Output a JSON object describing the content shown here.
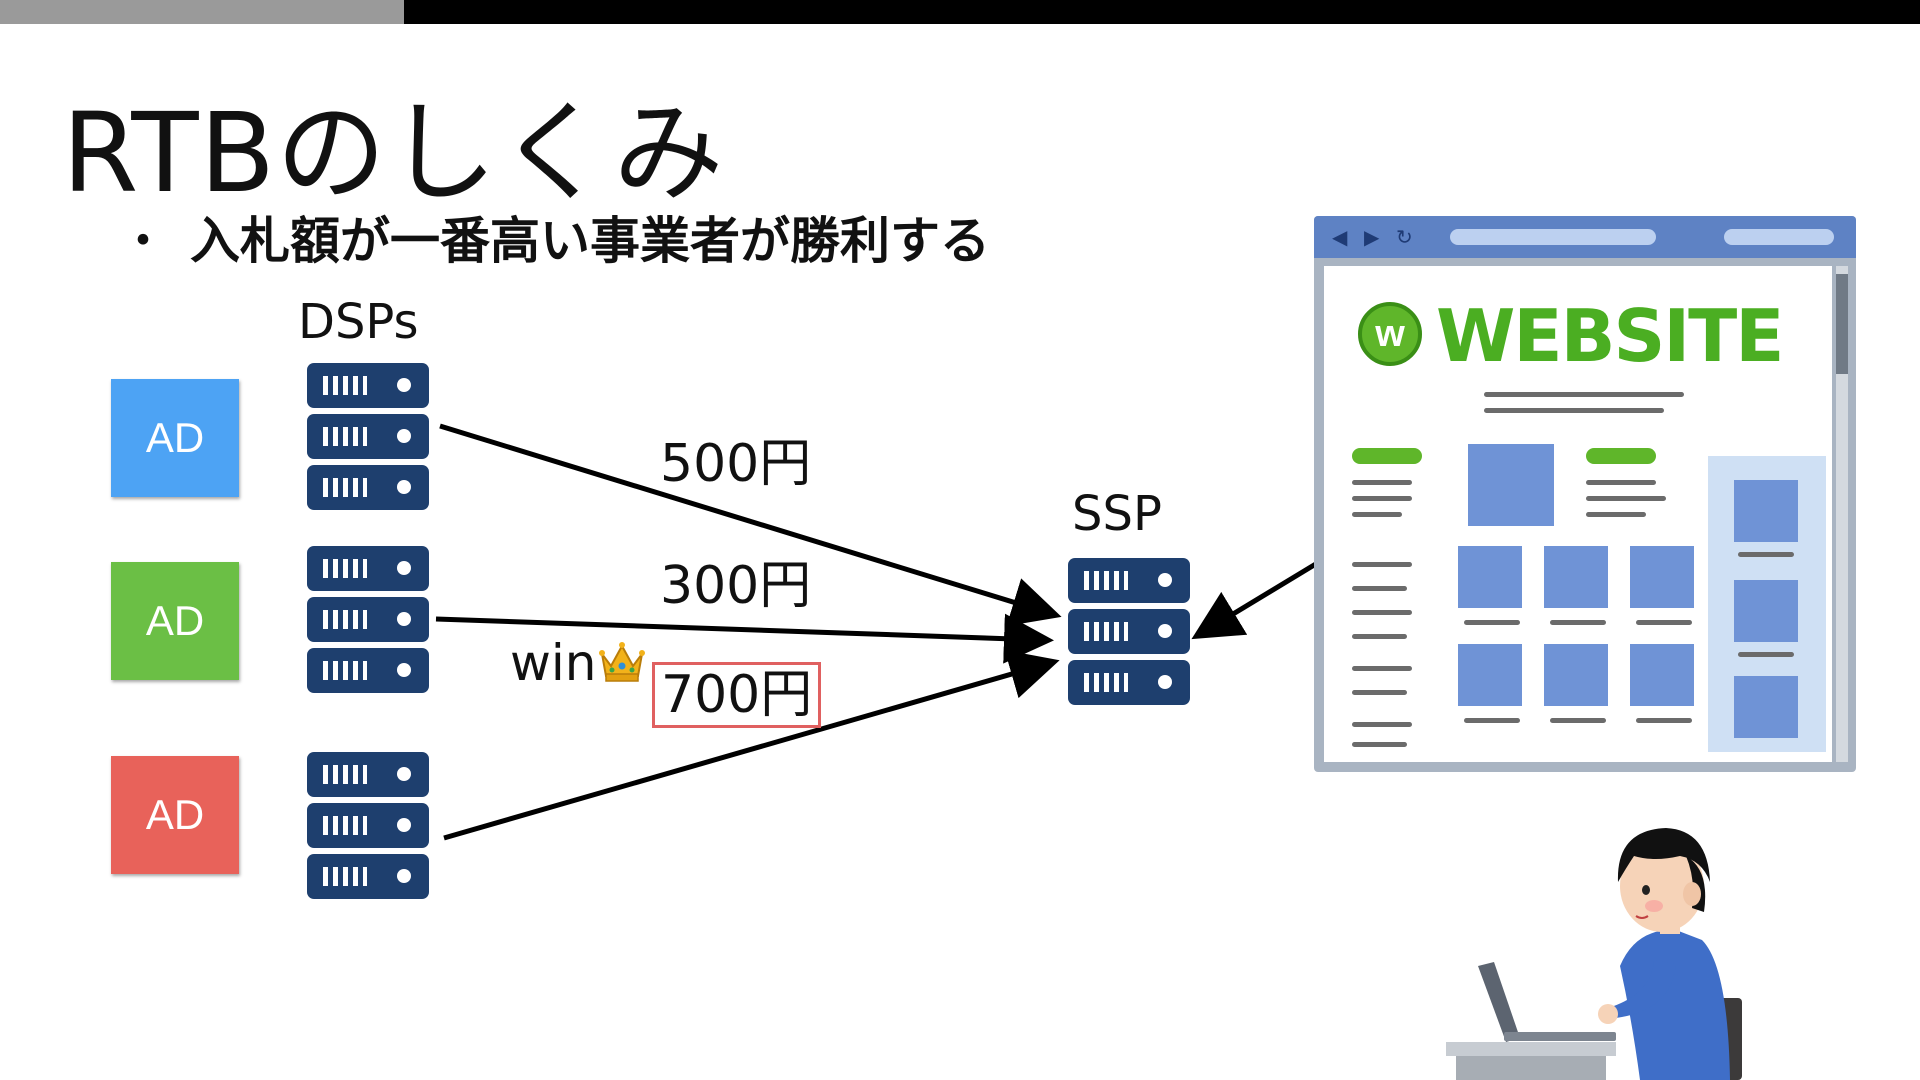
{
  "slide": {
    "title": "RTBのしくみ",
    "bullet": "入札額が一番高い事業者が勝利する",
    "bullet_marker": "・"
  },
  "diagram": {
    "dsp_label": "DSPs",
    "ssp_label": "SSP",
    "ads": [
      {
        "label": "AD",
        "color": "#4da3f4"
      },
      {
        "label": "AD",
        "color": "#6bbf45"
      },
      {
        "label": "AD",
        "color": "#e8625a"
      }
    ],
    "bids": [
      {
        "price": "500円"
      },
      {
        "price": "300円"
      },
      {
        "price": "700円",
        "winner": true
      }
    ],
    "win_label": "win",
    "colors": {
      "server": "#1e3f6e",
      "arrow": "#000000",
      "winner_box": "#e06060"
    }
  },
  "browser": {
    "site_name": "WEBSITE",
    "logo_letter": "w",
    "nav_icons": [
      "back-icon",
      "forward-icon",
      "reload-icon"
    ]
  }
}
